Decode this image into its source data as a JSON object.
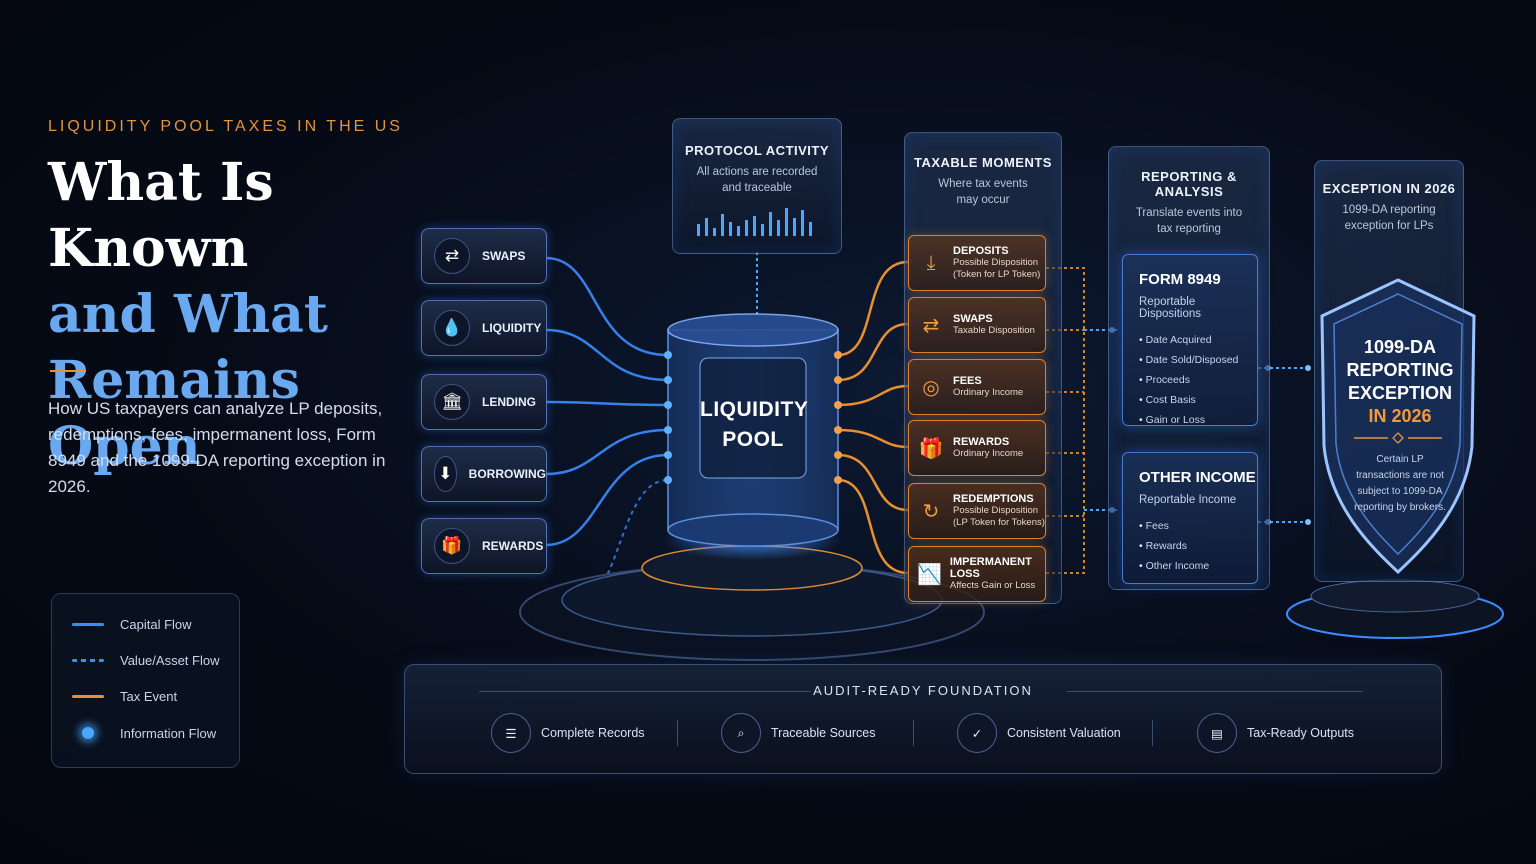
{
  "header": {
    "kicker": "LIQUIDITY POOL TAXES IN THE US",
    "title_line1": "What Is Known",
    "title_line2": "and What",
    "title_line3": "Remains Open",
    "description": "How US taxpayers can analyze LP deposits, redemptions, fees, impermanent loss, Form 8949 and the 1099-DA reporting exception in 2026."
  },
  "legend": {
    "items": [
      {
        "label": "Capital Flow",
        "color": "#3a8cff",
        "style": "solid"
      },
      {
        "label": "Value/Asset Flow",
        "color": "#3a8cff",
        "style": "dashed"
      },
      {
        "label": "Tax Event",
        "color": "#e8902e",
        "style": "solid"
      },
      {
        "label": "Information Flow",
        "color": "#4aa6ff",
        "style": "dot"
      }
    ]
  },
  "inputs": [
    {
      "label": "SWAPS",
      "icon": "swap-arrows-icon"
    },
    {
      "label": "LIQUIDITY",
      "icon": "droplet-icon"
    },
    {
      "label": "LENDING",
      "icon": "bank-icon"
    },
    {
      "label": "BORROWING",
      "icon": "download-arrow-icon"
    },
    {
      "label": "REWARDS",
      "icon": "gift-icon"
    }
  ],
  "protocol": {
    "title": "PROTOCOL ACTIVITY",
    "subtitle": "All actions are recorded and traceable"
  },
  "pool": {
    "line1": "LIQUIDITY",
    "line2": "POOL"
  },
  "taxable": {
    "title": "TAXABLE MOMENTS",
    "subtitle": "Where tax events may occur",
    "items": [
      {
        "title": "DEPOSITS",
        "sub1": "Possible Disposition",
        "sub2": "(Token for LP Token)",
        "icon": "deposit-icon"
      },
      {
        "title": "SWAPS",
        "sub1": "Taxable Disposition",
        "sub2": "",
        "icon": "swap-arrows-icon"
      },
      {
        "title": "FEES",
        "sub1": "Ordinary Income",
        "sub2": "",
        "icon": "coins-icon"
      },
      {
        "title": "REWARDS",
        "sub1": "Ordinary Income",
        "sub2": "",
        "icon": "gift-icon"
      },
      {
        "title": "REDEMPTIONS",
        "sub1": "Possible Disposition",
        "sub2": "(LP Token for Tokens)",
        "icon": "refresh-icon"
      },
      {
        "title": "IMPERMANENT LOSS",
        "sub1": "Affects Gain or Loss",
        "sub2": "",
        "icon": "chart-down-icon"
      }
    ]
  },
  "reporting": {
    "title": "REPORTING & ANALYSIS",
    "subtitle": "Translate events into tax reporting",
    "form8949": {
      "title": "FORM 8949",
      "subtitle": "Reportable Dispositions",
      "items": [
        "Date Acquired",
        "Date Sold/Disposed",
        "Proceeds",
        "Cost Basis",
        "Gain or Loss"
      ]
    },
    "other": {
      "title": "OTHER INCOME",
      "subtitle": "Reportable Income",
      "items": [
        "Fees",
        "Rewards",
        "Other Income"
      ]
    }
  },
  "exception": {
    "title": "EXCEPTION IN 2026",
    "subtitle": "1099-DA reporting exception for LPs",
    "shield_line1": "1099-DA",
    "shield_line2": "REPORTING",
    "shield_line3": "EXCEPTION",
    "shield_line4": "IN 2026",
    "shield_note": "Certain LP transactions are not subject to 1099-DA reporting by brokers."
  },
  "foundation": {
    "title": "AUDIT-READY FOUNDATION",
    "items": [
      {
        "label": "Complete Records",
        "icon": "database-icon"
      },
      {
        "label": "Traceable Sources",
        "icon": "search-icon"
      },
      {
        "label": "Consistent Valuation",
        "icon": "shield-check-icon"
      },
      {
        "label": "Tax-Ready Outputs",
        "icon": "document-icon"
      }
    ]
  },
  "colors": {
    "accent_orange": "#e2933d",
    "accent_blue": "#6aa8f0",
    "flow_blue": "#3a8cff",
    "tax_orange": "#e8902e"
  }
}
